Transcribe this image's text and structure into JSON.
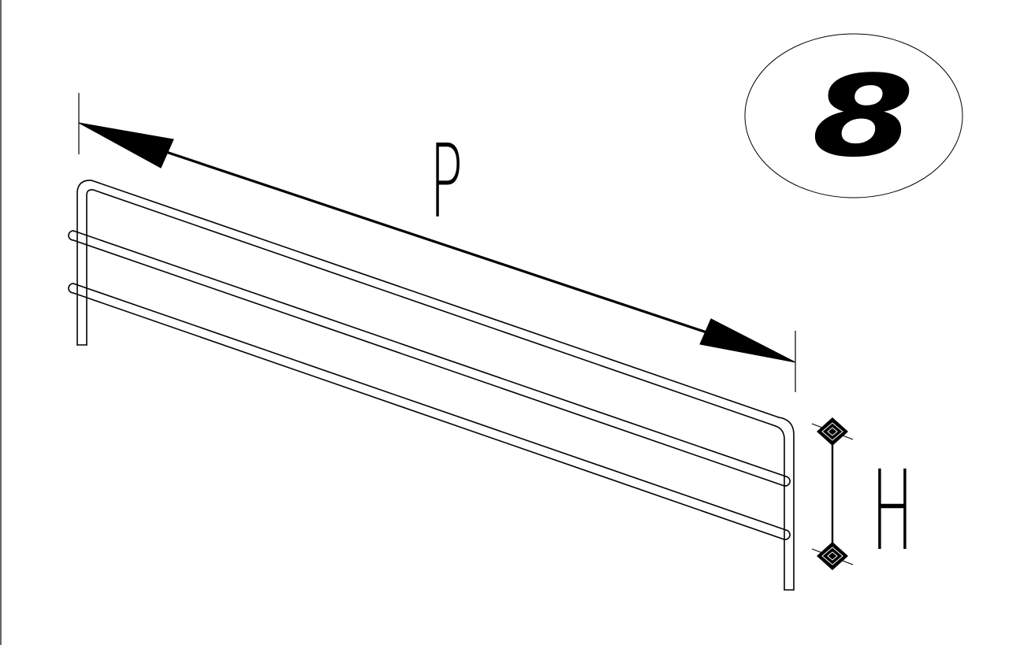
{
  "drawing": {
    "badge_number": "8",
    "length_label": "P",
    "height_label": "H"
  }
}
